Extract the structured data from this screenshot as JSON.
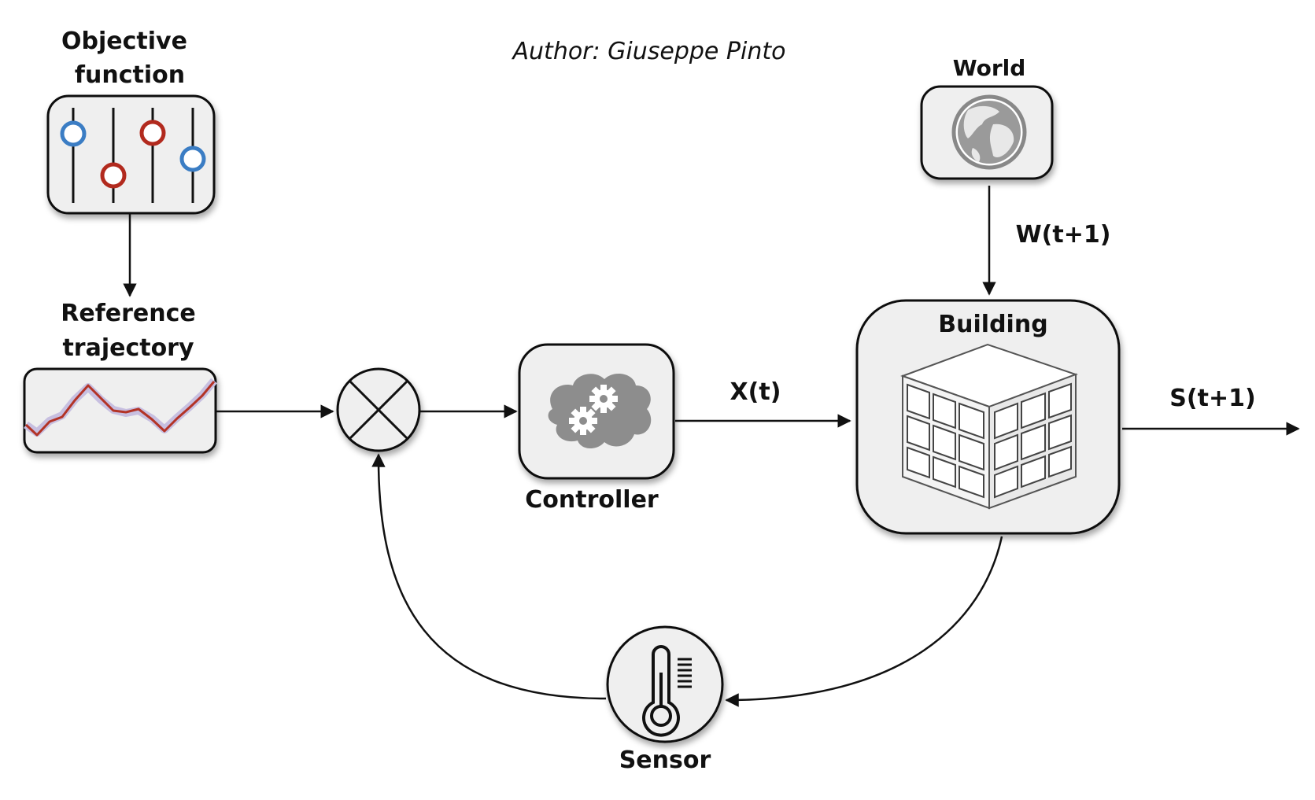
{
  "author": "Author: Giuseppe Pinto",
  "labels": {
    "objective_line1": "Objective",
    "objective_line2": "function",
    "reference_line1": "Reference",
    "reference_line2": "trajectory",
    "controller": "Controller",
    "world": "World",
    "building": "Building",
    "sensor": "Sensor"
  },
  "signals": {
    "world_input": "W(t+1)",
    "control_action": "X(t)",
    "building_state": "S(t+1)"
  },
  "icons": {
    "objective": "sliders-icon",
    "reference": "line-chart-icon",
    "comparator": "summing-junction-icon",
    "controller": "brain-gears-icon",
    "world": "globe-icon",
    "building": "building-cube-icon",
    "sensor": "thermometer-icon"
  },
  "colors": {
    "slider_blue": "#3b7dc4",
    "slider_red": "#b22a1e",
    "trajectory": "#b33326",
    "box_fill": "#efefef"
  }
}
